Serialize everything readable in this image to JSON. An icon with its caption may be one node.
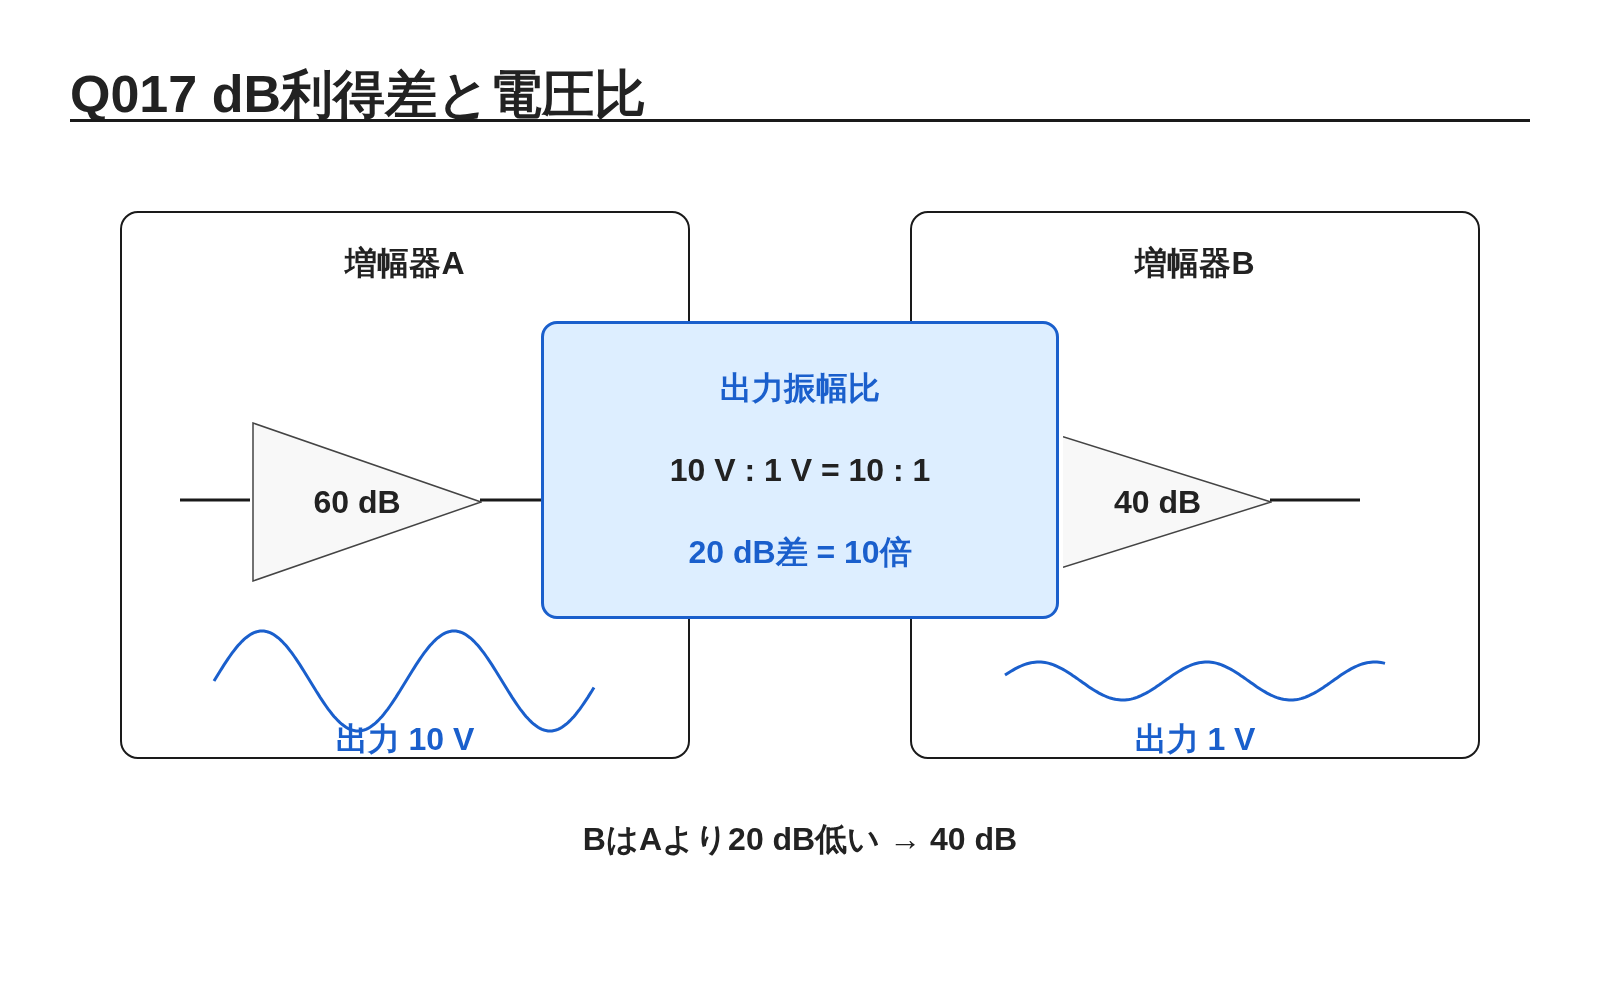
{
  "diagram": {
    "title": "Q017 dB利得差と電圧比",
    "nodes": [
      {
        "text": [
          "増幅器A"
        ]
      },
      {
        "text": [
          "60 dB"
        ],
        "in": 0
      },
      {
        "text": [
          "出力振幅比",
          "10 V : 1 V = 10 : 1",
          "20 dB差 = 10倍"
        ]
      },
      {
        "text": [
          "増幅器B"
        ]
      },
      {
        "text": [
          "40 dB"
        ],
        "in": 3
      }
    ],
    "edges": [
      {
        "from": null,
        "to": 1,
        "arrow": "none"
      },
      {
        "from": 1,
        "to": 2,
        "arrow": "none"
      },
      {
        "from": 4,
        "to": null,
        "arrow": "none"
      }
    ],
    "labels": [
      "出力 10 V",
      "出力 1 V",
      "BはAより20 dB低い → 40 dB"
    ]
  }
}
